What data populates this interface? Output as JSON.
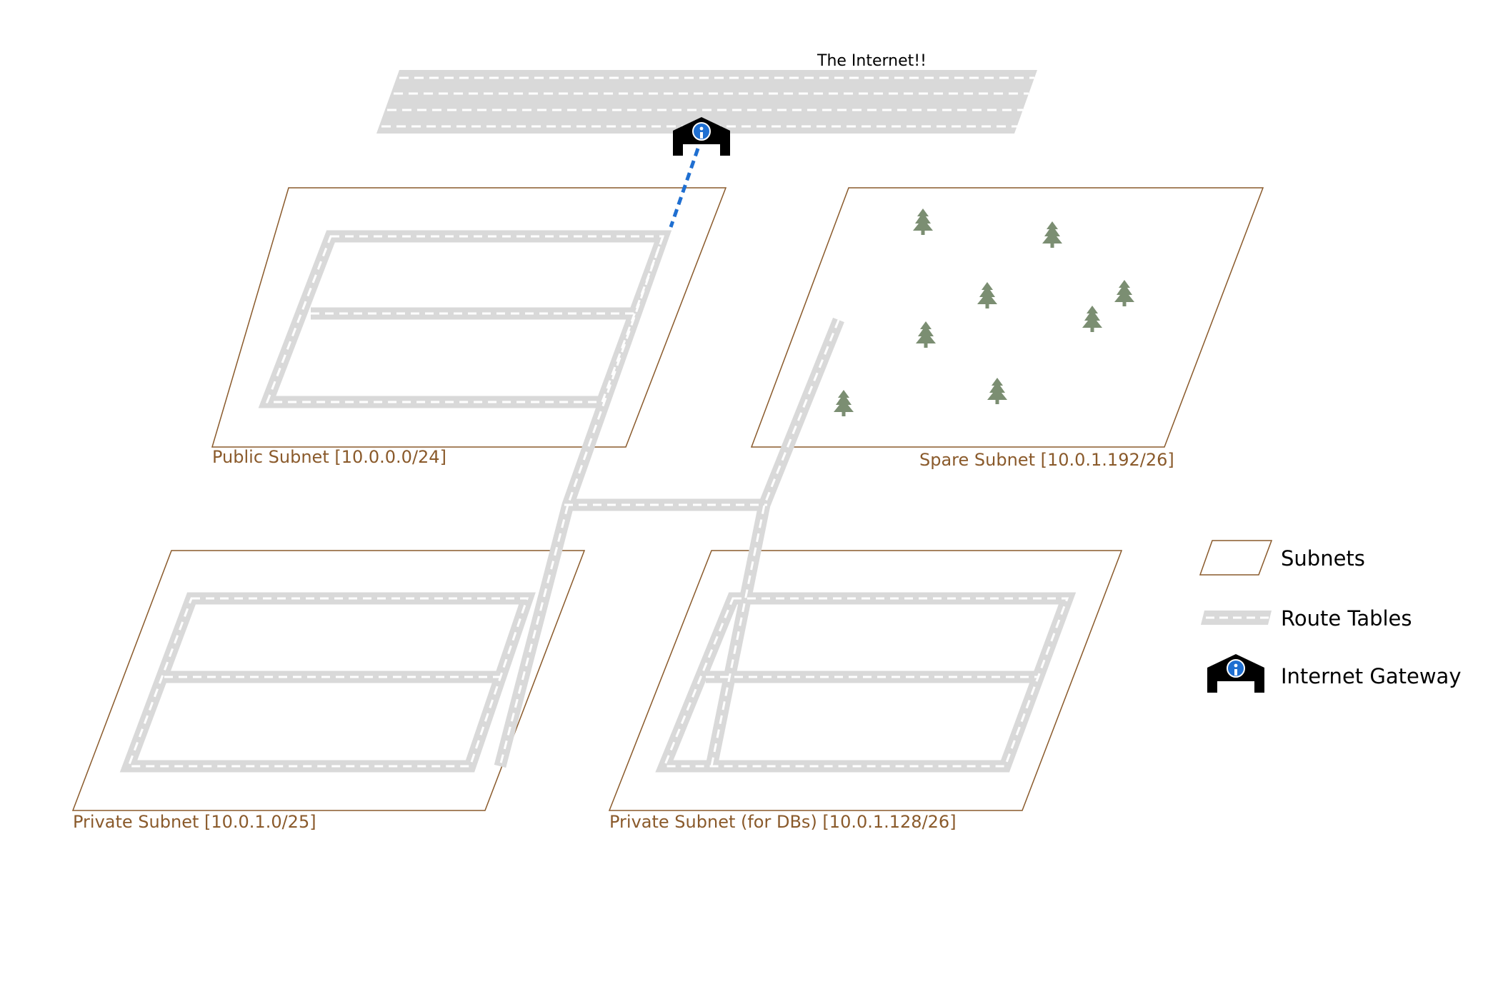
{
  "internet_label": "The Internet!!",
  "subnets": {
    "public": "Public Subnet [10.0.0.0/24]",
    "spare": "Spare Subnet [10.0.1.192/26]",
    "private": "Private Subnet [10.0.1.0/25]",
    "private_db": "Private Subnet (for DBs) [10.0.1.128/26]"
  },
  "legend": {
    "subnets": "Subnets",
    "route_tables": "Route Tables",
    "internet_gateway": "Internet Gateway"
  },
  "icons": [
    "gateway-icon",
    "tree-icon",
    "info-icon"
  ],
  "colors": {
    "subnet_border": "#8a5a2b",
    "subnet_label": "#8a5a2b",
    "road": "#d9d9d9",
    "road_dash": "#ffffff",
    "gateway_link": "#1f6fd1",
    "tree": "#7b8e72",
    "gateway": "#000000"
  }
}
